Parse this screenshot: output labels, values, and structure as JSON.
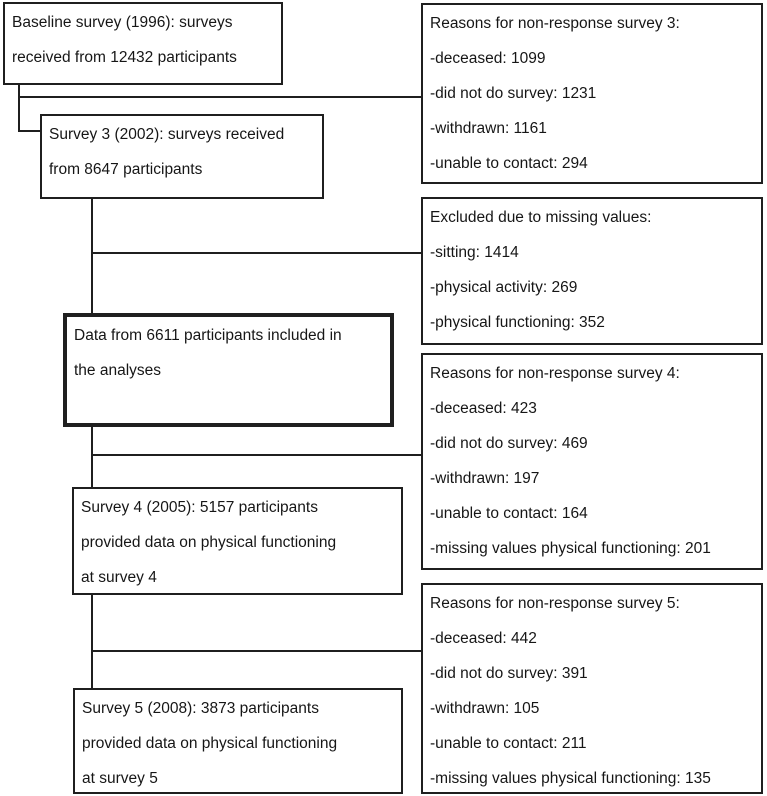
{
  "colors": {
    "background": "#ffffff",
    "box_border": "#1f1f1f",
    "text": "#161616"
  },
  "flowchart": {
    "main_boxes": {
      "baseline": {
        "lines": [
          "Baseline survey (1996): surveys",
          "received from 12432 participants"
        ]
      },
      "survey3": {
        "lines": [
          "Survey 3 (2002): surveys received",
          "from 8647 participants"
        ]
      },
      "included": {
        "lines": [
          "Data from 6611 participants included in",
          "the analyses"
        ]
      },
      "survey4": {
        "lines": [
          "Survey 4 (2005): 5157 participants",
          "provided data on physical functioning",
          "at survey 4"
        ]
      },
      "survey5": {
        "lines": [
          "Survey 5 (2008): 3873 participants",
          "provided data on physical functioning",
          "at survey 5"
        ]
      }
    },
    "side_boxes": {
      "nonresponse3": {
        "lines": [
          "Reasons for non-response survey 3:",
          "-deceased: 1099",
          "-did not do survey: 1231",
          "-withdrawn: 1161",
          "-unable to contact: 294"
        ]
      },
      "excluded": {
        "lines": [
          "Excluded due to missing values:",
          "-sitting: 1414",
          "-physical activity: 269",
          "-physical functioning: 352"
        ]
      },
      "nonresponse4": {
        "lines": [
          "Reasons for non-response survey 4:",
          "-deceased: 423",
          "-did not do survey: 469",
          "-withdrawn: 197",
          "-unable to contact: 164",
          "-missing values physical functioning: 201"
        ]
      },
      "nonresponse5": {
        "lines": [
          "Reasons for non-response survey 5:",
          "-deceased: 442",
          "-did not do survey: 391",
          "-withdrawn: 105",
          "-unable to contact: 211",
          "-missing values physical functioning: 135"
        ]
      }
    }
  }
}
